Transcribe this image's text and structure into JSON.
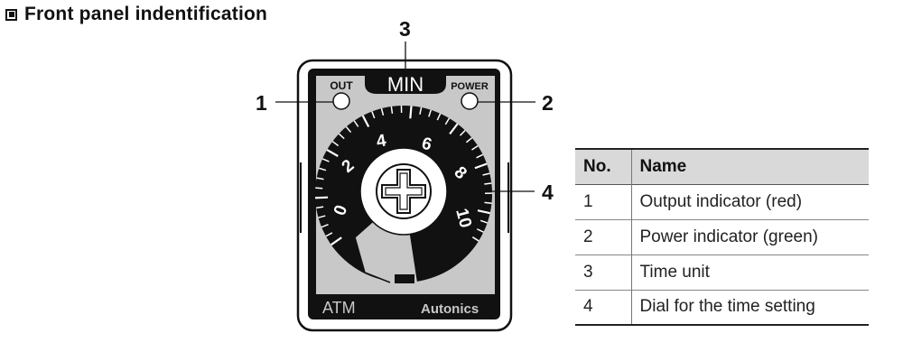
{
  "heading": "Front panel indentification",
  "panel": {
    "out_label": "OUT",
    "unit_label": "MIN",
    "power_label": "POWER",
    "model": "ATM",
    "brand": "Autonics",
    "dial_numbers": [
      "0",
      "2",
      "4",
      "6",
      "8",
      "10"
    ]
  },
  "callouts": [
    "1",
    "2",
    "3",
    "4"
  ],
  "table": {
    "headers": [
      "No.",
      "Name"
    ],
    "rows": [
      [
        "1",
        "Output indicator (red)"
      ],
      [
        "2",
        "Power indicator (green)"
      ],
      [
        "3",
        "Time unit"
      ],
      [
        "4",
        "Dial for the time setting"
      ]
    ]
  }
}
